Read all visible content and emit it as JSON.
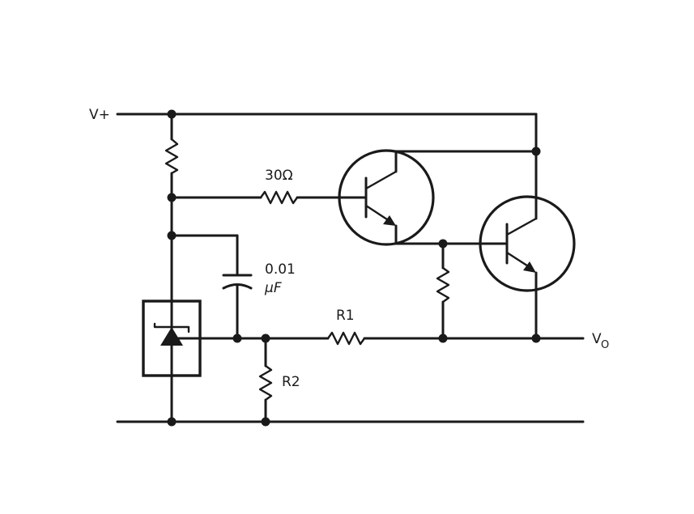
{
  "labels": {
    "supply": "V+",
    "output_main": "V",
    "output_sub": "O",
    "base_resistor": "30Ω",
    "capacitor_value": "0.01",
    "capacitor_unit": "µF",
    "r1": "R1",
    "r2": "R2"
  },
  "colors": {
    "ink": "#1a1a1a",
    "background": "#ffffff"
  }
}
